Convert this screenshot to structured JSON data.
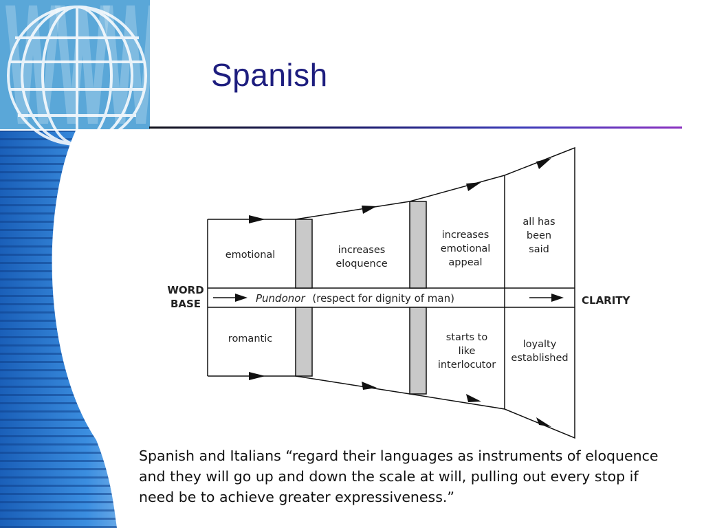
{
  "slide": {
    "title": "Spanish",
    "logo_icon": "www-globe-logo-icon"
  },
  "diagram": {
    "left_label": [
      "WORD",
      "BASE"
    ],
    "right_label": "CLARITY",
    "center_label_italic": "Pundonor",
    "center_label_rest": "(respect for dignity of man)",
    "top_cells": [
      [
        "emotional"
      ],
      [
        "increases",
        "eloquence"
      ],
      [
        "increases",
        "emotional",
        "appeal"
      ],
      [
        "all has",
        "been",
        "said"
      ]
    ],
    "bottom_cells": [
      [
        "romantic"
      ],
      [],
      [
        "starts to",
        "like",
        "interlocutor"
      ],
      [
        "loyalty",
        "established"
      ]
    ]
  },
  "caption": {
    "lines": [
      "Spanish and Italians “regard their languages as instruments of eloquence",
      "and they will go up and down the scale at will, pulling out every stop if",
      "need be to achieve greater expressiveness.”"
    ]
  }
}
